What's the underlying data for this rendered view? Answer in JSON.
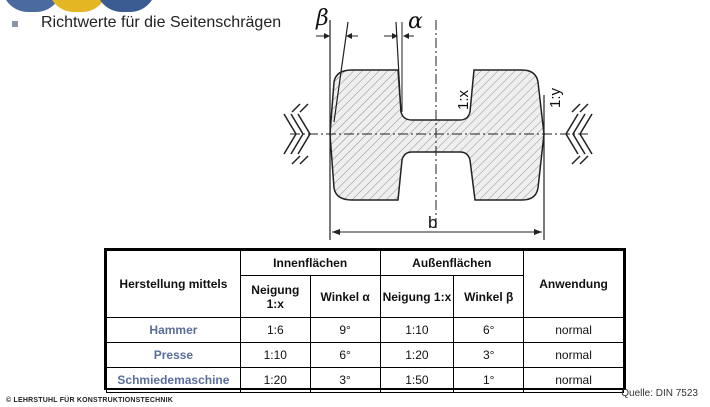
{
  "header": {
    "bullet_text": "Richtwerte für die Seitenschrägen"
  },
  "drawing": {
    "beta_label": "β",
    "alpha_label": "α",
    "inner_ratio_label": "1:x",
    "outer_ratio_label": "1:y",
    "width_label": "b"
  },
  "table": {
    "col_herstellung": "Herstellung mittels",
    "group_inner": "Innenflächen",
    "group_outer": "Außenflächen",
    "col_anwendung": "Anwendung",
    "sub_neigung_inner": "Neigung 1:x",
    "sub_winkel_inner": "Winkel α",
    "sub_neigung_outer": "Neigung 1:x",
    "sub_winkel_outer": "Winkel β",
    "rows": [
      {
        "process": "Hammer",
        "in_neigung": "1:6",
        "in_winkel": "9°",
        "out_neigung": "1:10",
        "out_winkel": "6°",
        "anwendung": "normal"
      },
      {
        "process": "Presse",
        "in_neigung": "1:10",
        "in_winkel": "6°",
        "out_neigung": "1:20",
        "out_winkel": "3°",
        "anwendung": "normal"
      },
      {
        "process": "Schmiedemaschine",
        "in_neigung": "1:20",
        "in_winkel": "3°",
        "out_neigung": "1:50",
        "out_winkel": "1°",
        "anwendung": "normal"
      }
    ]
  },
  "footer": {
    "source": "Quelle: DIN 7523",
    "copyright": "© LEHRSTUHL FÜR KONSTRUKTIONSTECHNIK"
  },
  "colors": {
    "process_text": "#5a6e9c",
    "logo_blue": "#3b5b93",
    "logo_gold": "#e5b623"
  }
}
